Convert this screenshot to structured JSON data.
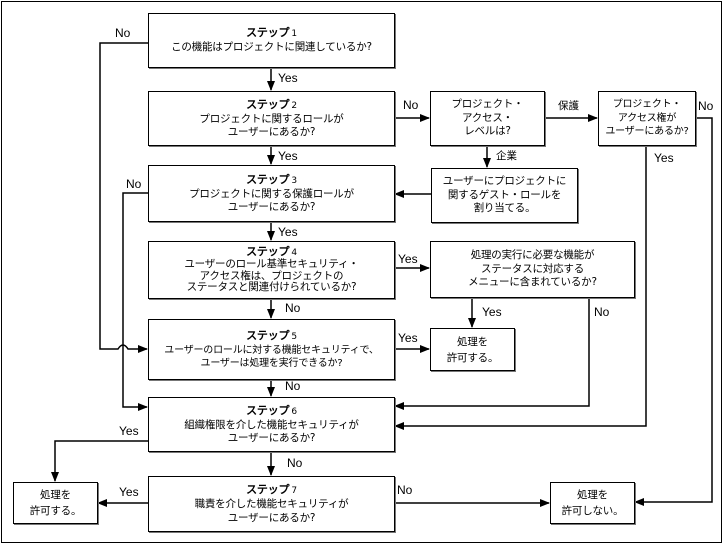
{
  "diagram": {
    "steps": [
      {
        "label": "ステップ",
        "num": "1",
        "lines": [
          "この機能はプロジェクトに関連しているか?"
        ]
      },
      {
        "label": "ステップ",
        "num": "2",
        "lines": [
          "プロジェクトに関するロールが",
          "ユーザーにあるか?"
        ]
      },
      {
        "label": "ステップ",
        "num": "3",
        "lines": [
          "プロジェクトに関する保護ロールが",
          "ユーザーにあるか?"
        ]
      },
      {
        "label": "ステップ",
        "num": "4",
        "lines": [
          "ユーザーのロール基準セキュリティ・",
          "アクセス権は、プロジェクトの",
          "ステータスと関連付けられているか?"
        ]
      },
      {
        "label": "ステップ",
        "num": "5",
        "lines": [
          "ユーザーのロールに対する機能セキュリティで、",
          "ユーザーは処理を実行できるか?"
        ]
      },
      {
        "label": "ステップ",
        "num": "6",
        "lines": [
          "組織権限を介した機能セキュリティが",
          "ユーザーにあるか?"
        ]
      },
      {
        "label": "ステップ",
        "num": "7",
        "lines": [
          "職責を介した機能セキュリティが",
          "ユーザーにあるか?"
        ]
      }
    ],
    "access_level": {
      "lines": [
        "プロジェクト・",
        "アクセス・",
        "レベルは?"
      ]
    },
    "access_right": {
      "lines": [
        "プロジェクト・",
        "アクセス権が",
        "ユーザーにあるか?"
      ]
    },
    "guest_role": {
      "lines": [
        "ユーザーにプロジェクトに",
        "関するゲスト・ロールを",
        "割り当てる。"
      ]
    },
    "menu_check": {
      "lines": [
        "処理の実行に必要な機能が",
        "ステータスに対応する",
        "メニューに含まれているか?"
      ]
    },
    "permit_mid": {
      "lines": [
        "処理を",
        "許可する。"
      ]
    },
    "permit_left": {
      "lines": [
        "処理を",
        "許可する。"
      ]
    },
    "deny": {
      "lines": [
        "処理を",
        "許可しない。"
      ]
    },
    "edge_labels": {
      "s1_no": "No",
      "s1_yes": "Yes",
      "s2_no": "No",
      "s2_yes": "Yes",
      "level_protected": "保護",
      "level_enterprise": "企業",
      "right_no": "No",
      "right_yes": "Yes",
      "s3_no": "No",
      "s3_yes": "Yes",
      "s4_yes": "Yes",
      "s4_no": "No",
      "menu_yes": "Yes",
      "menu_no": "No",
      "s5_yes": "Yes",
      "s5_no": "No",
      "s6_yes": "Yes",
      "s6_no": "No",
      "s7_yes": "Yes",
      "s7_no": "No"
    }
  }
}
